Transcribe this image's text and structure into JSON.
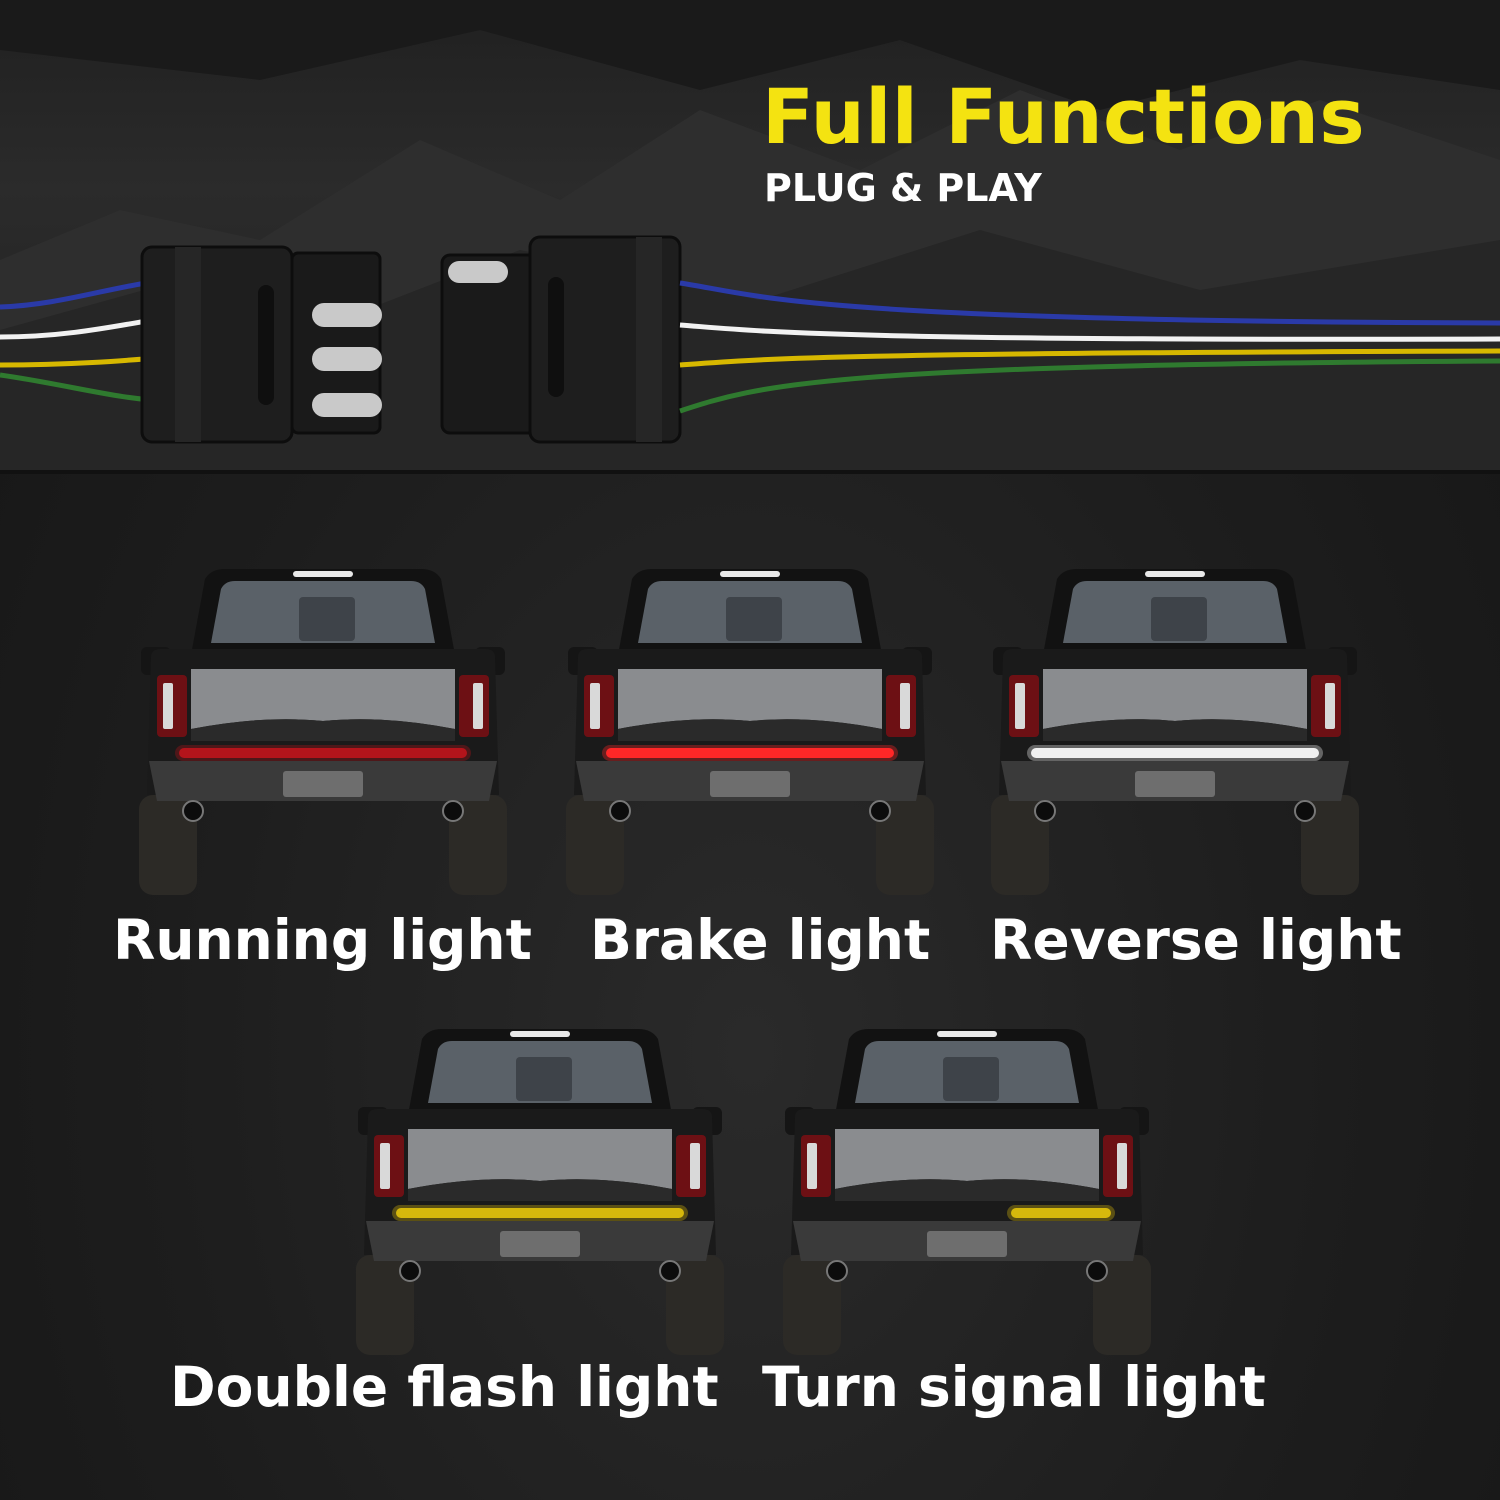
{
  "header": {
    "title": "Full Functions",
    "subtitle": "PLUG & PLAY"
  },
  "colors": {
    "title": "#f4e311",
    "subtitle": "#ffffff",
    "caption": "#ffffff",
    "wire_blue": "#2a3aa8",
    "wire_white": "#f2f2f2",
    "wire_yellow": "#d7b800",
    "wire_green": "#2f7a2f",
    "connector_body": "#1e1e1e",
    "pin_metal": "#c9c9c9"
  },
  "modes": [
    {
      "label": "Running light",
      "bar_color": "#b3141b",
      "bar_style": "full"
    },
    {
      "label": "Brake light",
      "bar_color": "#ff2727",
      "bar_style": "full"
    },
    {
      "label": "Reverse light",
      "bar_color": "#f0f0f0",
      "bar_style": "full"
    },
    {
      "label": "Double flash light",
      "bar_color": "#d6b80c",
      "bar_style": "full"
    },
    {
      "label": "Turn signal light",
      "bar_color": "#d6b80c",
      "bar_style": "right"
    }
  ]
}
